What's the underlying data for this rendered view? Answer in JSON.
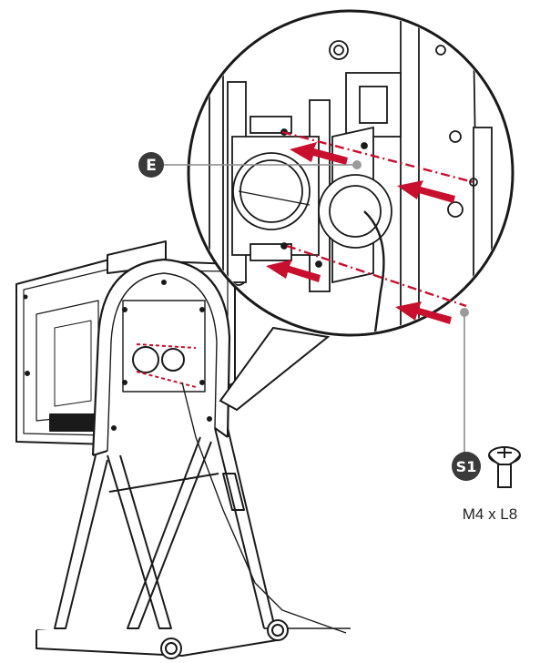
{
  "callouts": {
    "part_e": "E",
    "screw_s1": "S1",
    "screw_spec": "M4 x L8"
  },
  "icons": {
    "screw": "screw-icon",
    "badge": "callout-badge"
  },
  "colors": {
    "line": "#1a1a1a",
    "arrow": "#c8102e",
    "badge": "#3a3a3a",
    "leader": "#8a8a8a"
  }
}
